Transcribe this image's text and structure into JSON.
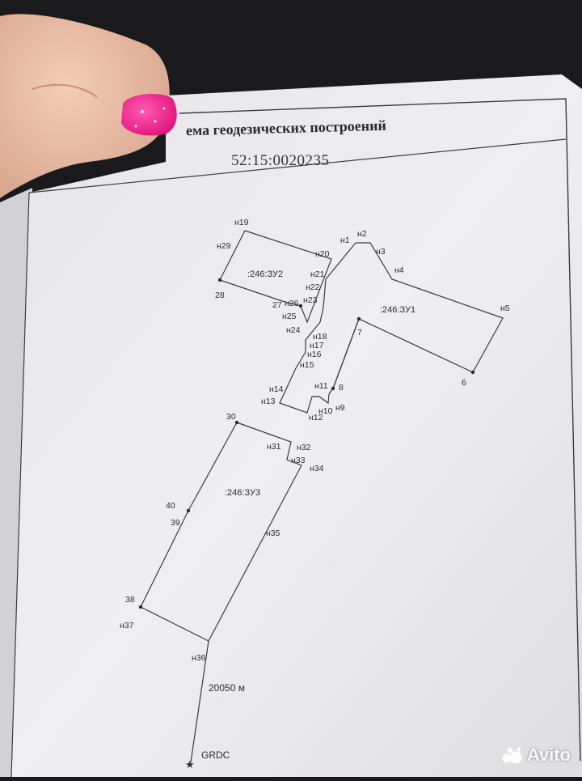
{
  "document": {
    "title": "ема геодезических построений",
    "cadastral_number": "52:15:0020235"
  },
  "plots": {
    "zu1": ":246:ЗУ1",
    "zu2": ":246:ЗУ2",
    "zu3": ":246:ЗУ3"
  },
  "points": {
    "n1": "н1",
    "n2": "н2",
    "n3": "н3",
    "n4": "н4",
    "n5": "н5",
    "p6": "6",
    "p7": "7",
    "p8": "8",
    "n9": "н9",
    "n10": "н10",
    "n11": "н11",
    "n12": "н12",
    "n13": "н13",
    "n14": "н14",
    "n15": "н15",
    "n16": "н16",
    "n17": "н17",
    "n18": "н18",
    "n19": "н19",
    "n20": "н20",
    "n21": "н21",
    "n22": "н22",
    "n23": "н23",
    "n24": "н24",
    "n25": "н25",
    "n26": "н26",
    "p27": "27",
    "p28": "28",
    "n29": "н29",
    "p30": "30",
    "n31": "н31",
    "n32": "н32",
    "n33": "н33",
    "n34": "н34",
    "n35": "н35",
    "n36": "н36",
    "n37": "н37",
    "p38": "38",
    "p39": "39",
    "p40": "40"
  },
  "reference": {
    "distance": "20050 м",
    "station": "GRDC"
  },
  "watermark": {
    "brand": "Avito"
  },
  "colors": {
    "background": "#1a1a1c",
    "paper": "#ececee",
    "line": "#3a3a40",
    "nail": "#ff1f8e"
  }
}
